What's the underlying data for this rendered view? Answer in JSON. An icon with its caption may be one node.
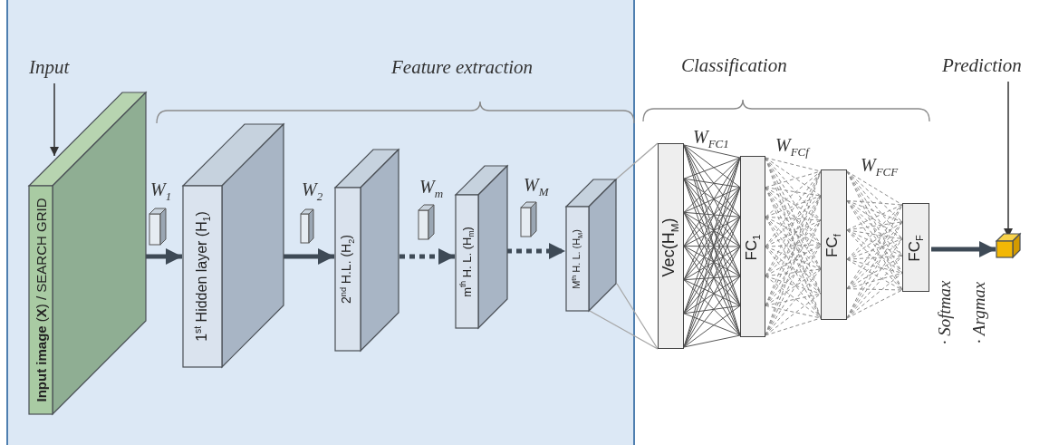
{
  "diagram": {
    "nodes": [
      {
        "text": [
          "Input"
        ]
      },
      {
        "text": [
          "**Input image** (**X**) / SEARCH GRID"
        ]
      },
      {
        "text": [
          "1$^{st}$ Hidden layer (H$_{1}$)"
        ]
      },
      {
        "text": [
          "2$^{nd}$ H.L. (H$_{2}$)"
        ]
      },
      {
        "text": [
          "m$^{th}$ H. L. (H$_{m}$)"
        ]
      },
      {
        "text": [
          "M$^{th}$ H. L. (H$_{M}$)"
        ]
      },
      {
        "text": [
          "Vec(H$_{M}$)"
        ]
      },
      {
        "text": [
          "FC$_{1}$"
        ]
      },
      {
        "text": [
          "FC$_{f}$"
        ]
      },
      {
        "text": [
          "FC$_{F}$"
        ]
      },
      {
        "text": [
          "Prediction"
        ]
      },
      {
        "text": [],
        "shape": "cube"
      }
    ],
    "edges": [
      {
        "from": 0,
        "to": 1,
        "arrow": "to",
        "color": "#333333"
      },
      {
        "from": 1,
        "to": 2,
        "arrow": "to",
        "style": "thick"
      },
      {
        "from": 2,
        "to": 3,
        "arrow": "to",
        "style": "thick"
      },
      {
        "from": 3,
        "to": 4,
        "arrow": "to",
        "style": "dashed"
      },
      {
        "from": 4,
        "to": 5,
        "arrow": "to",
        "style": "dashed"
      },
      {
        "from": 5,
        "to": 6,
        "arrow": "none",
        "color": "#a6a6a6"
      },
      {
        "from": 5,
        "to": 6,
        "arrow": "none",
        "color": "#a6a6a6"
      },
      {
        "from": 5,
        "to": 6,
        "arrow": "none",
        "color": "#a6a6a6"
      },
      {
        "from": 6,
        "to": 7,
        "arrow": "none",
        "color": "#555555"
      },
      {
        "from": 7,
        "to": 8,
        "arrow": "none",
        "style": "dashed",
        "color": "#8c8c8c"
      },
      {
        "from": 8,
        "to": 9,
        "arrow": "none",
        "style": "dashed",
        "color": "#8c8c8c"
      },
      {
        "from": 9,
        "to": 11,
        "arrow": "to",
        "style": "thick"
      },
      {
        "from": 10,
        "to": 11,
        "arrow": "to",
        "color": "#333333"
      }
    ],
    "labels": [
      "Feature extraction",
      "Classification",
      "W$_{1}$",
      "W$_{2}$",
      "W$_{m}$",
      "W$_{M}$",
      "W$_{FC1}$",
      "W$_{FCf}$",
      "W$_{FCF}$",
      "· Softmax",
      "· Argmax"
    ]
  }
}
